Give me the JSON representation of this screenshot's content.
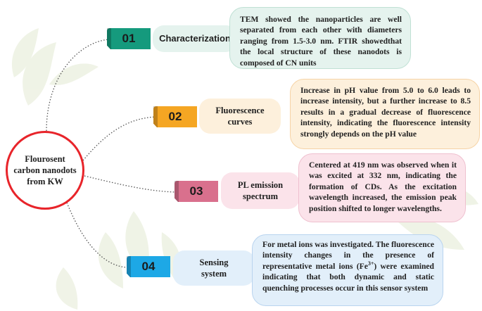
{
  "center": {
    "label": "Flourosent carbon nanodots from KW"
  },
  "items": [
    {
      "number": "01",
      "title": "Characterization",
      "description": "TEM showed the nanoparticles are well separated from each other with diameters ranging from 1.5-3.0 nm. FTIR showedthat the local structure of these nanodots is composed of CN units",
      "color": "#159a7d"
    },
    {
      "number": "02",
      "title": "Fluorescence curves",
      "description": "Increase in pH value from 5.0 to 6.0 leads to increase intensity, but a further increase to 8.5 results in a gradual decrease of fluorescence intensity, indicating the fluorescence intensity strongly depends on the pH value",
      "color": "#f5a623"
    },
    {
      "number": "03",
      "title": "PL emission spectrum",
      "description": "Centered at 419 nm was observed when it was excited at 332 nm, indicating the formation of CDs. As the excitation wavelength increased, the emission peak position shifted to longer wavelengths.",
      "color": "#d9708d"
    },
    {
      "number": "04",
      "title": "Sensing system",
      "description_prefix": "For metal ions was investigated. The fluorescence intensity changes in the presence of representative metal ions (Fe",
      "description_sup": "3+",
      "description_suffix": ") were examined indicating that both dynamic and static quenching processes occur in this sensor system",
      "color": "#1da8e6"
    }
  ],
  "colors": {
    "accent_red": "#e8242a",
    "connector": "#555555"
  }
}
